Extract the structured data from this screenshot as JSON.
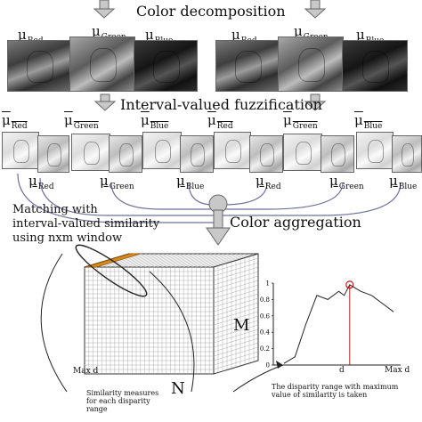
{
  "stages": {
    "color_decomposition": "Color decomposition",
    "interval_valued_fuzzification": "Interval-valued fuzzification",
    "color_aggregation": "Color aggregation",
    "matching": [
      "Matching with",
      "interval-valued similarity",
      "using nxm window"
    ]
  },
  "channel_labels": {
    "mu": "μ",
    "red": "Red",
    "green": "Green",
    "blue": "Blue"
  },
  "cube": {
    "label_m": "M",
    "label_n": "N",
    "label_maxd": "Max d",
    "caption": "Similarity measures for each disparity range"
  },
  "plot": {
    "y_ticks": [
      "1",
      "0.8",
      "0.6",
      "0.4",
      "0.2",
      "0"
    ],
    "x_label_d": "d",
    "x_label_maxd": "Max d",
    "caption": "The disparity range with maximum value of similarity is taken"
  },
  "colors": {
    "tube": "#6f6f9c",
    "cube_highlight": "#d98a1e",
    "peak_marker": "#cc1111",
    "arrow_fill": "#c8c8c8"
  },
  "chart_data": {
    "type": "line",
    "x": [
      0,
      0.1,
      0.2,
      0.3,
      0.4,
      0.5,
      0.55,
      0.6,
      0.7,
      0.8,
      0.9,
      1.0
    ],
    "values": [
      0.02,
      0.1,
      0.5,
      0.85,
      0.8,
      0.9,
      0.85,
      0.98,
      0.9,
      0.85,
      0.75,
      0.65
    ],
    "ylim": [
      0,
      1
    ],
    "y_ticks": [
      0,
      0.2,
      0.4,
      0.6,
      0.8,
      1
    ],
    "peak_x": 0.6,
    "peak_label": "d",
    "x_end_label": "Max d"
  }
}
